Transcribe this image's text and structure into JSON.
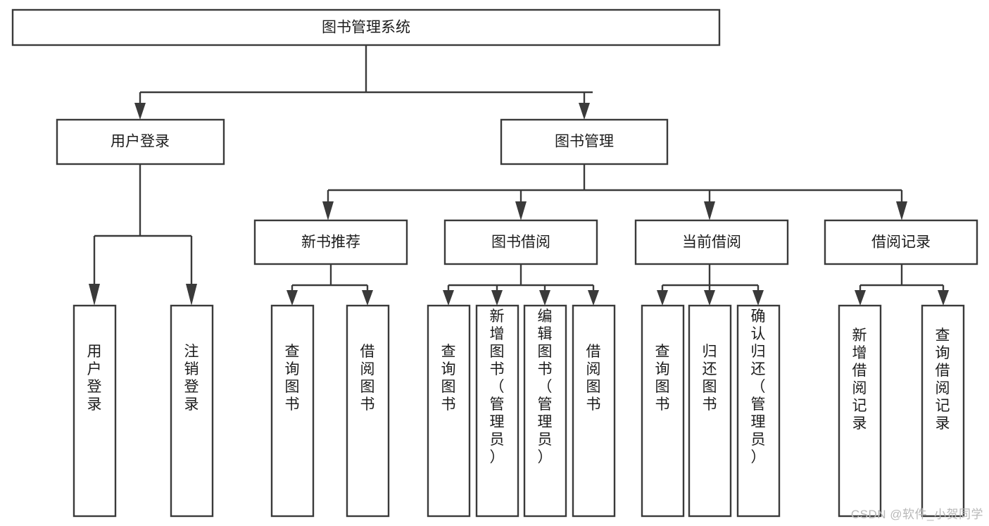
{
  "diagram": {
    "type": "tree",
    "title": "图书管理系统",
    "orientation": "top-down",
    "watermark": "CSDN @软件_小贺同学",
    "colors": {
      "box_stroke": "#3a3a3a",
      "box_fill": "#ffffff",
      "connector": "#3a3a3a",
      "text": "#1c1c1c",
      "background": "#ffffff",
      "watermark": "#b8b8b8"
    },
    "nodes": {
      "root": {
        "label": "图书管理系统"
      },
      "level2": [
        {
          "label": "用户登录"
        },
        {
          "label": "图书管理"
        }
      ],
      "level3": [
        {
          "label": "新书推荐"
        },
        {
          "label": "图书借阅"
        },
        {
          "label": "当前借阅"
        },
        {
          "label": "借阅记录"
        }
      ],
      "leaves": {
        "user_login": [
          {
            "label": "用户登录"
          },
          {
            "label": "注销登录"
          }
        ],
        "new_book_recommend": [
          {
            "label": "查询图书"
          },
          {
            "label": "借阅图书"
          }
        ],
        "book_borrow": [
          {
            "label": "查询图书"
          },
          {
            "label": "新增图书（管理员）"
          },
          {
            "label": "编辑图书（管理员）"
          },
          {
            "label": "借阅图书"
          }
        ],
        "current_borrow": [
          {
            "label": "查询图书"
          },
          {
            "label": "归还图书"
          },
          {
            "label": "确认归还（管理员）"
          }
        ],
        "borrow_record": [
          {
            "label": "新增借阅记录"
          },
          {
            "label": "查询借阅记录"
          }
        ]
      }
    }
  }
}
